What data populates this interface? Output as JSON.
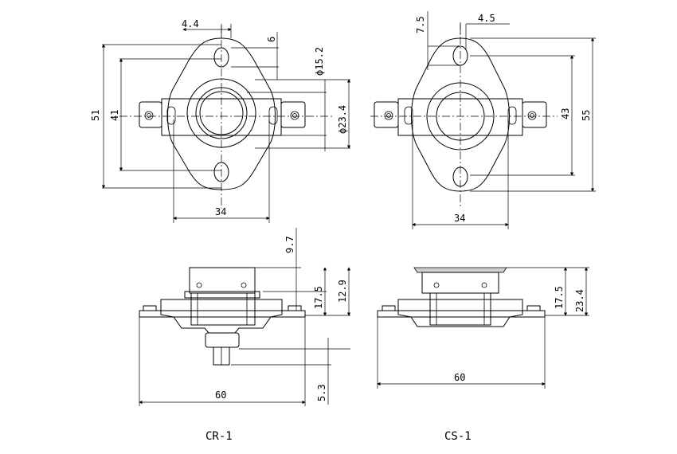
{
  "cr1": {
    "label": "CR-1",
    "dims": {
      "slot_offset": "4.4",
      "slot_height": "6",
      "outer_height": "51",
      "hole_pitch": "41",
      "inner_diameter": "ϕ15.2",
      "outer_diameter": "ϕ23.4",
      "flange_width": "34",
      "cap_height": "9.7",
      "body_height": "17.5",
      "total_height": "12.9",
      "stem_length": "5.3",
      "base_width": "60"
    }
  },
  "cs1": {
    "label": "CS-1",
    "dims": {
      "slot_height": "7.5",
      "slot_offset": "4.5",
      "hole_pitch": "43",
      "outer_height": "55",
      "flange_width": "34",
      "body_height": "17.5",
      "total_height": "23.4",
      "base_width": "60"
    }
  }
}
